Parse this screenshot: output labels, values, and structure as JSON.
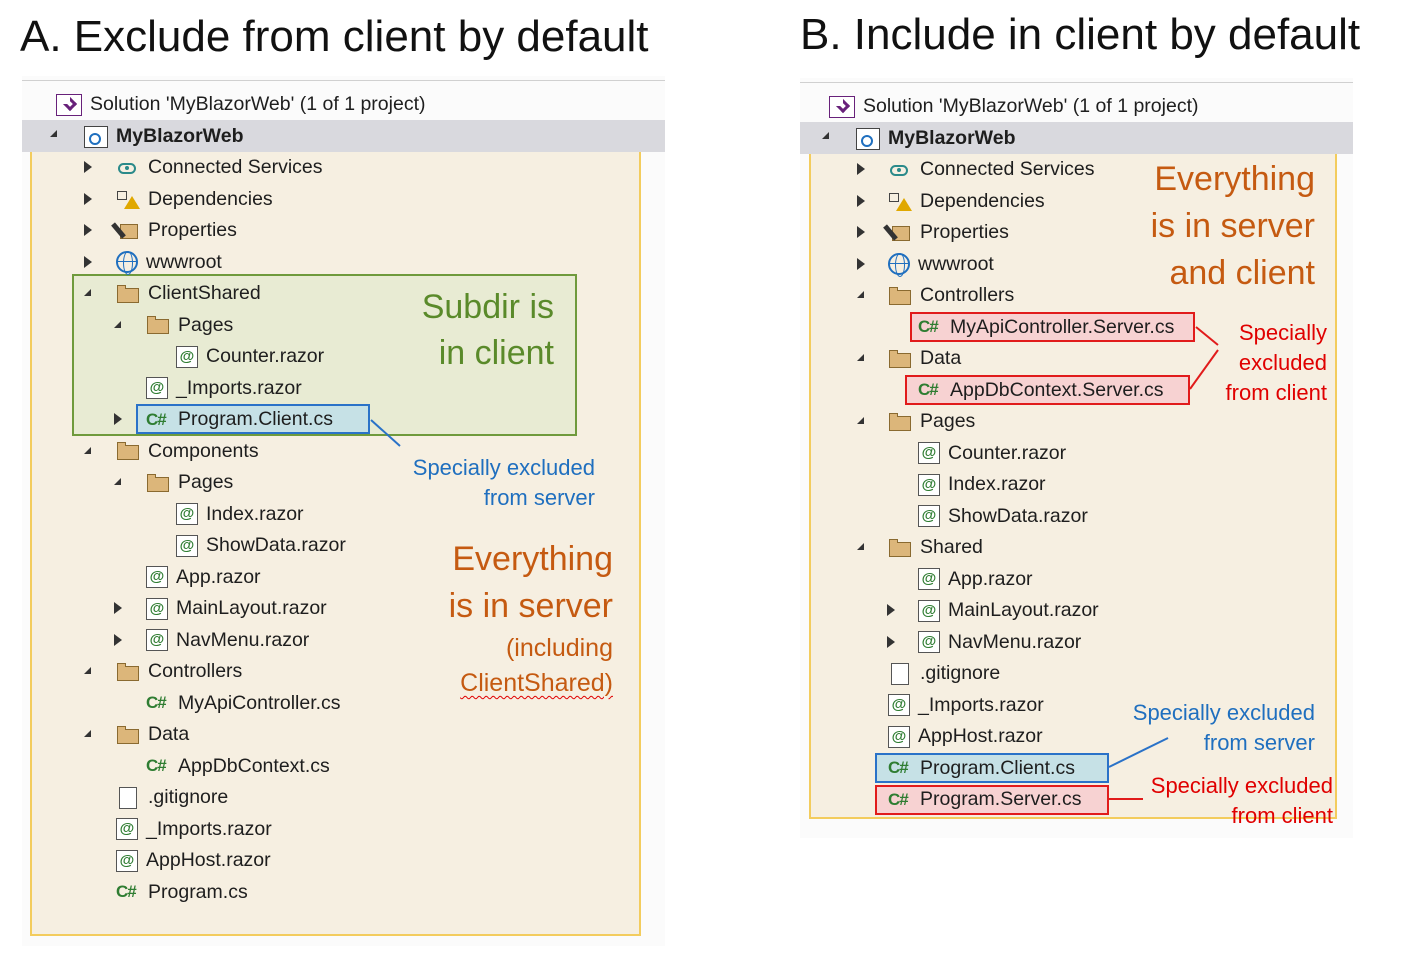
{
  "titles": {
    "a": "A. Exclude from client by default",
    "b": "B. Include in client by default"
  },
  "solution_label": "Solution 'MyBlazorWeb' (1 of 1 project)",
  "project_name": "MyBlazorWeb",
  "panel_a": {
    "items": [
      {
        "label": "Connected Services",
        "icon": "connected-services-icon",
        "arrow": "collapsed"
      },
      {
        "label": "Dependencies",
        "icon": "dependencies-warning-icon",
        "arrow": "collapsed"
      },
      {
        "label": "Properties",
        "icon": "properties-icon",
        "arrow": "collapsed"
      },
      {
        "label": "wwwroot",
        "icon": "globe-icon",
        "arrow": "collapsed"
      },
      {
        "label": "ClientShared",
        "icon": "folder-icon",
        "arrow": "expanded"
      },
      {
        "label": "Pages",
        "icon": "folder-icon",
        "arrow": "expanded"
      },
      {
        "label": "Counter.razor",
        "icon": "razor-file-icon",
        "arrow": ""
      },
      {
        "label": "_Imports.razor",
        "icon": "razor-file-icon",
        "arrow": ""
      },
      {
        "label": "Program.Client.cs",
        "icon": "csharp-file-icon",
        "arrow": "collapsed"
      },
      {
        "label": "Components",
        "icon": "folder-icon",
        "arrow": "expanded"
      },
      {
        "label": "Pages",
        "icon": "folder-icon",
        "arrow": "expanded"
      },
      {
        "label": "Index.razor",
        "icon": "razor-file-icon",
        "arrow": ""
      },
      {
        "label": "ShowData.razor",
        "icon": "razor-file-icon",
        "arrow": ""
      },
      {
        "label": "App.razor",
        "icon": "razor-file-icon",
        "arrow": ""
      },
      {
        "label": "MainLayout.razor",
        "icon": "razor-file-icon",
        "arrow": "collapsed"
      },
      {
        "label": "NavMenu.razor",
        "icon": "razor-file-icon",
        "arrow": "collapsed"
      },
      {
        "label": "Controllers",
        "icon": "folder-icon",
        "arrow": "expanded"
      },
      {
        "label": "MyApiController.cs",
        "icon": "csharp-file-icon",
        "arrow": ""
      },
      {
        "label": "Data",
        "icon": "folder-icon",
        "arrow": "expanded"
      },
      {
        "label": "AppDbContext.cs",
        "icon": "csharp-file-icon",
        "arrow": ""
      },
      {
        "label": ".gitignore",
        "icon": "text-file-icon",
        "arrow": ""
      },
      {
        "label": "_Imports.razor",
        "icon": "razor-file-icon",
        "arrow": ""
      },
      {
        "label": "AppHost.razor",
        "icon": "razor-file-icon",
        "arrow": ""
      },
      {
        "label": "Program.cs",
        "icon": "csharp-file-icon",
        "arrow": ""
      }
    ],
    "notes": {
      "subdir_line1": "Subdir is",
      "subdir_line2": "in client",
      "excluded_server_line1": "Specially excluded",
      "excluded_server_line2": "from server",
      "everything_line1": "Everything",
      "everything_line2": "is in server",
      "including_line1": "(including",
      "including_line2": "ClientShared)"
    }
  },
  "panel_b": {
    "items": [
      {
        "label": "Connected Services",
        "icon": "connected-services-icon",
        "arrow": "collapsed"
      },
      {
        "label": "Dependencies",
        "icon": "dependencies-warning-icon",
        "arrow": "collapsed"
      },
      {
        "label": "Properties",
        "icon": "properties-icon",
        "arrow": "collapsed"
      },
      {
        "label": "wwwroot",
        "icon": "globe-icon",
        "arrow": "collapsed"
      },
      {
        "label": "Controllers",
        "icon": "folder-icon",
        "arrow": "expanded"
      },
      {
        "label": "MyApiController.Server.cs",
        "icon": "csharp-file-icon",
        "arrow": ""
      },
      {
        "label": "Data",
        "icon": "folder-icon",
        "arrow": "expanded"
      },
      {
        "label": "AppDbContext.Server.cs",
        "icon": "csharp-file-icon",
        "arrow": ""
      },
      {
        "label": "Pages",
        "icon": "folder-icon",
        "arrow": "expanded"
      },
      {
        "label": "Counter.razor",
        "icon": "razor-file-icon",
        "arrow": ""
      },
      {
        "label": "Index.razor",
        "icon": "razor-file-icon",
        "arrow": ""
      },
      {
        "label": "ShowData.razor",
        "icon": "razor-file-icon",
        "arrow": ""
      },
      {
        "label": "Shared",
        "icon": "folder-icon",
        "arrow": "expanded"
      },
      {
        "label": "App.razor",
        "icon": "razor-file-icon",
        "arrow": ""
      },
      {
        "label": "MainLayout.razor",
        "icon": "razor-file-icon",
        "arrow": "collapsed"
      },
      {
        "label": "NavMenu.razor",
        "icon": "razor-file-icon",
        "arrow": "collapsed"
      },
      {
        "label": ".gitignore",
        "icon": "text-file-icon",
        "arrow": ""
      },
      {
        "label": "_Imports.razor",
        "icon": "razor-file-icon",
        "arrow": ""
      },
      {
        "label": "AppHost.razor",
        "icon": "razor-file-icon",
        "arrow": ""
      },
      {
        "label": "Program.Client.cs",
        "icon": "csharp-file-icon",
        "arrow": ""
      },
      {
        "label": "Program.Server.cs",
        "icon": "csharp-file-icon",
        "arrow": ""
      }
    ],
    "notes": {
      "everything_line1": "Everything",
      "everything_line2": "is in server",
      "everything_line3": "and client",
      "excluded_client_line1": "Specially",
      "excluded_client_line2": "excluded",
      "excluded_client_line3": "from client",
      "excluded_server_line1": "Specially excluded",
      "excluded_server_line2": "from server",
      "excluded_client2_line1": "Specially excluded",
      "excluded_client2_line2": "from client"
    }
  },
  "colors": {
    "beige_region": "#f6efe1",
    "beige_border": "#f3cc5d",
    "green_region": "#e8ebd3",
    "green_border": "#6f9a3c",
    "blue_highlight": "#2a72c8",
    "red_highlight": "#e11b1b",
    "orange_text": "#c55a11",
    "green_text": "#5a8a2a"
  }
}
